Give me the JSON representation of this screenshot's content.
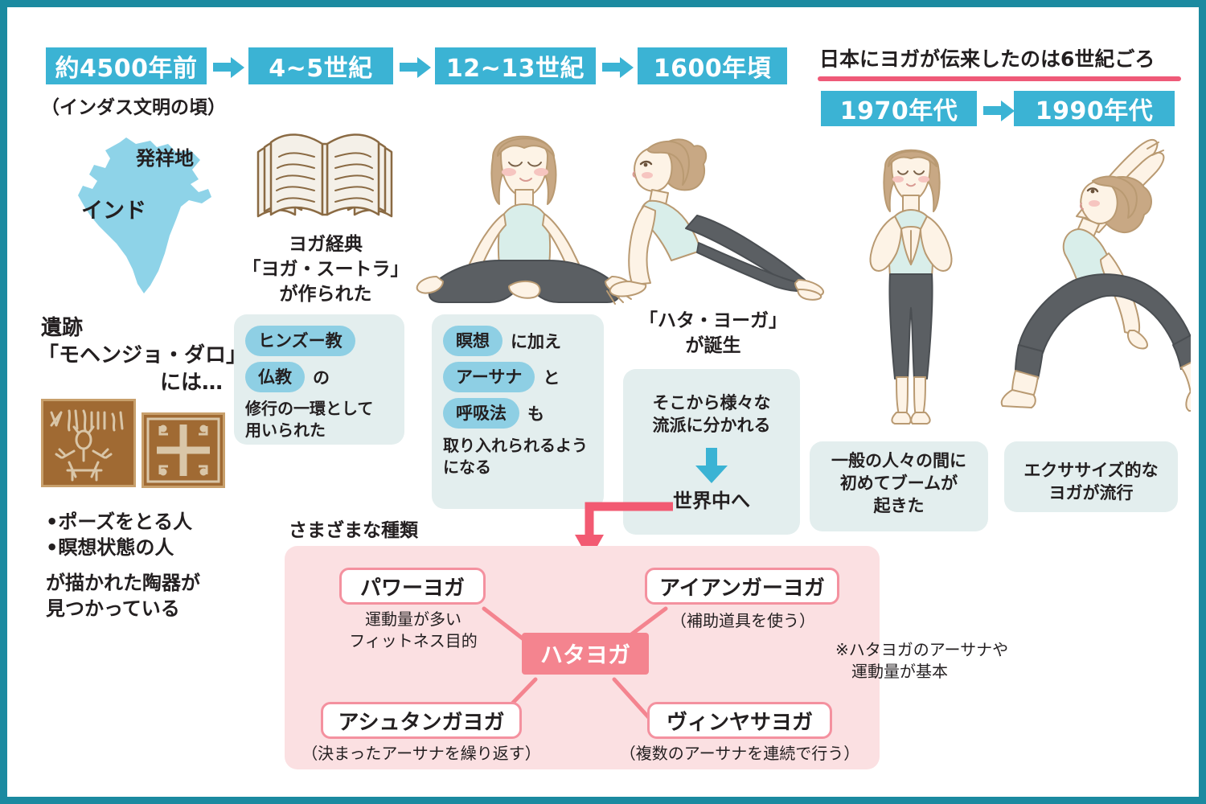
{
  "theme": {
    "border_color": "#1b8aa0",
    "era_chip_color": "#3bb3d4",
    "panel_color": "#e3eeee",
    "pill_color": "#8ecfe4",
    "pink_region_color": "#fbe0e2",
    "pink_accent_color": "#f4848f",
    "underline_color": "#ef5a78",
    "india_map_color": "#8ed3e8",
    "seal_color": "#a06a33"
  },
  "timeline": {
    "eras": [
      {
        "label": "約4500年前"
      },
      {
        "label": "4~5世紀"
      },
      {
        "label": "12~13世紀"
      },
      {
        "label": "1600年頃"
      }
    ]
  },
  "col1": {
    "subtitle": "（インダス文明の頃）",
    "map_caption": "発祥地",
    "map_label": "インド",
    "ruins_line1": "遺跡",
    "ruins_line2": "「モヘンジョ・ダロ」",
    "ruins_line3": "には…",
    "bullet1": "•ポーズをとる人",
    "bullet2": "•瞑想状態の人",
    "note": "が描かれた陶器が\n見つかっている"
  },
  "col2": {
    "caption": "ヨガ経典\n「ヨガ・スートラ」\nが作られた",
    "tag1": "ヒンズー教",
    "tag2": "仏教",
    "tag2_suffix": "の",
    "body": "修行の一環として\n用いられた"
  },
  "col3": {
    "tag1": "瞑想",
    "tag1_suffix": "に加え",
    "tag2": "アーサナ",
    "tag2_suffix": "と",
    "tag3": "呼吸法",
    "tag3_suffix": "も",
    "body": "取り入れられるよう\nになる"
  },
  "col4": {
    "caption": "「ハタ・ヨーガ」\nが誕生",
    "body": "そこから様々な\n流派に分かれる",
    "result": "世界中へ"
  },
  "japan": {
    "heading": "日本にヨガが伝来したのは6世紀ごろ",
    "decades": [
      {
        "label": "1970年代"
      },
      {
        "label": "1990年代"
      }
    ],
    "panel1": "一般の人々の間に\n初めてブームが\n起きた",
    "panel2": "エクササイズ的な\nヨガが流行"
  },
  "types": {
    "section_label": "さまざまな種類",
    "center": "ハタヨガ",
    "nodes": [
      {
        "name": "パワーヨガ",
        "desc": "運動量が多い\nフィットネス目的"
      },
      {
        "name": "アイアンガーヨガ",
        "desc": "（補助道具を使う）"
      },
      {
        "name": "アシュタンガヨガ",
        "desc": "（決まったアーサナを繰り返す）"
      },
      {
        "name": "ヴィンヤサヨガ",
        "desc": "（複数のアーサナを連続で行う）"
      }
    ],
    "footnote": "※ハタヨガのアーサナや\n　運動量が基本"
  }
}
